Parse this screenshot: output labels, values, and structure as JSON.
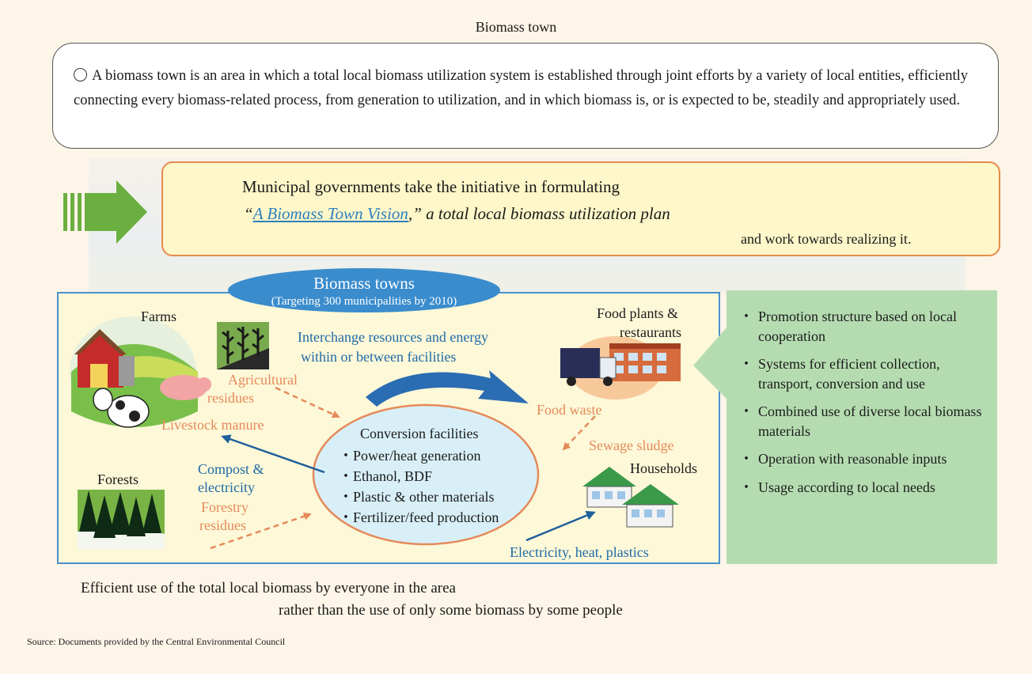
{
  "title": "Biomass town",
  "definition": "A biomass town is an area in which a total local biomass utilization system is established through joint efforts by  a variety of local entities, efficiently connecting every biomass-related process, from generation to utilization, and in which biomass is, or is expected to be, steadily and appropriately used.",
  "vision": {
    "line1": "Municipal governments take the initiative in formulating",
    "quote_open": "“",
    "link_text": "A Biomass Town Vision",
    "line2_rest": ",” a total local biomass utilization plan",
    "line3": "and work towards realizing it."
  },
  "towns": {
    "title": "Biomass towns",
    "subtitle": "(Targeting 300 municipalities by 2010)"
  },
  "nodes": {
    "farms": "Farms",
    "forests": "Forests",
    "food_plants_1": "Food plants &",
    "food_plants_2": "restaurants",
    "households": "Households"
  },
  "flows": {
    "interchange_1": "Interchange resources and energy",
    "interchange_2": "within or between facilities",
    "agri_1": "Agricultural",
    "agri_2": "residues",
    "livestock": "Livestock manure",
    "compost_1": "Compost &",
    "compost_2": "electricity",
    "forestry_1": "Forestry",
    "forestry_2": "residues",
    "food_waste": "Food waste",
    "sewage": "Sewage sludge",
    "outputs": "Electricity, heat, plastics"
  },
  "conversion": {
    "title": "Conversion facilities",
    "items": [
      "Power/heat generation",
      "Ethanol, BDF",
      "Plastic & other materials",
      "Fertilizer/feed production"
    ]
  },
  "features": [
    "Promotion structure based on local cooperation",
    "Systems for efficient collection, transport, conversion and use",
    "Combined use of diverse local biomass materials",
    "Operation with reasonable inputs",
    "Usage according to local needs"
  ],
  "footer": {
    "line1": "Efficient use of the total local biomass by everyone in the area",
    "line2": "rather than the use of only some biomass by some people"
  },
  "source": "Source: Documents provided by the Central Environmental Council",
  "colors": {
    "background": "#fdf5e8",
    "vision_fill": "#fdf7c9",
    "vision_border": "#e98a4e",
    "panel_border": "#4a90cc",
    "ellipse_blue": "#3a8ccd",
    "green_box": "#b5dcb1",
    "orange_text": "#e58a5a",
    "blue_text": "#1f6aa6",
    "arrow_green": "#6aaf3f"
  }
}
